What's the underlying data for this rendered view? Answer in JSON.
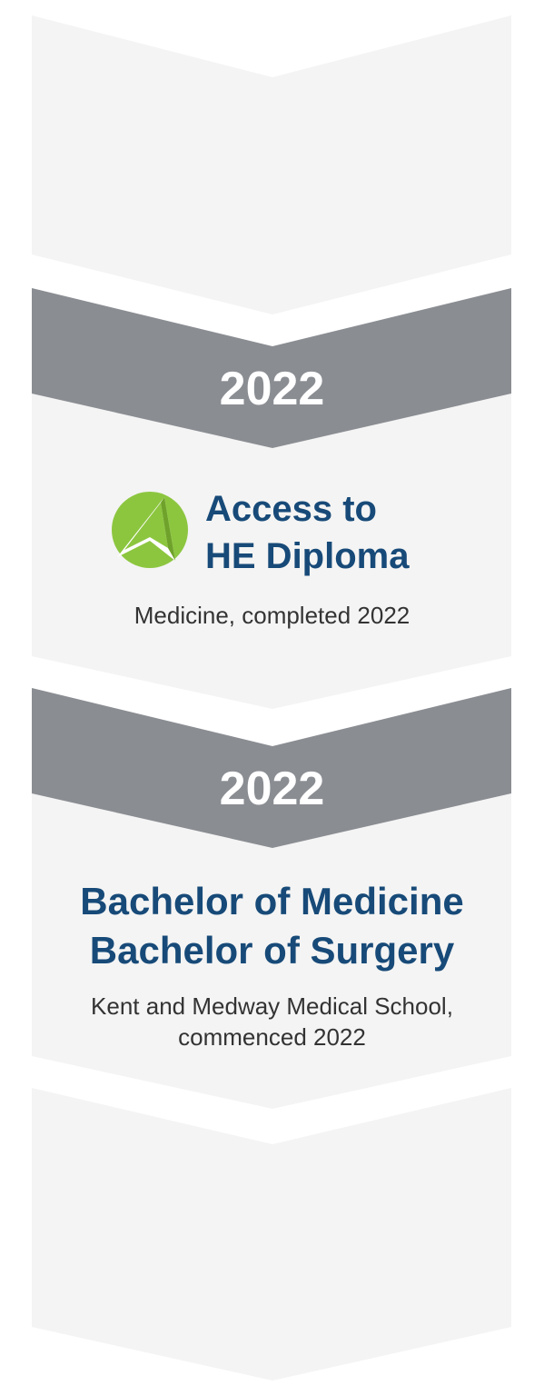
{
  "stages": [
    {
      "year": "2022",
      "title_lines": [
        "Access to",
        "HE Diploma"
      ],
      "subtitle_lines": [
        "Medicine, completed 2022"
      ],
      "logo_icon": "access-to-he-logo-icon"
    },
    {
      "year": "2022",
      "title_lines": [
        "Bachelor of Medicine",
        "Bachelor of Surgery"
      ],
      "subtitle_lines": [
        "Kent and Medway Medical School,",
        "commenced 2022"
      ]
    }
  ],
  "colors": {
    "chevron_light": "#f4f4f4",
    "chevron_band": "#8a8d92",
    "title_blue": "#174a78",
    "logo_green": "#8cc63f",
    "text_dark": "#333333"
  }
}
